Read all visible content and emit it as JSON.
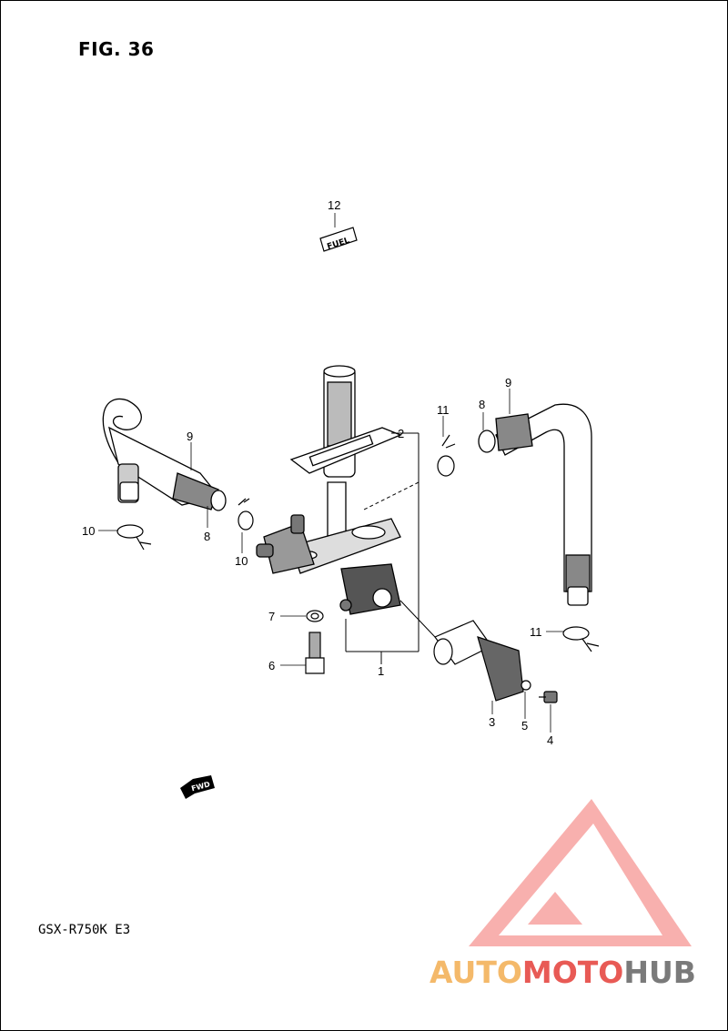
{
  "figure": {
    "title": "FIG. 36"
  },
  "model": "GSX-R750K  E3",
  "tags": {
    "fuel": "FUEL",
    "fwd": "FWD"
  },
  "callouts": [
    {
      "id": "c12",
      "label": "12"
    },
    {
      "id": "c2",
      "label": "2"
    },
    {
      "id": "c11a",
      "label": "11"
    },
    {
      "id": "c9a",
      "label": "9"
    },
    {
      "id": "c9b",
      "label": "9"
    },
    {
      "id": "c8a",
      "label": "8"
    },
    {
      "id": "c8b",
      "label": "8"
    },
    {
      "id": "c10a",
      "label": "10"
    },
    {
      "id": "c10b",
      "label": "10"
    },
    {
      "id": "c7",
      "label": "7"
    },
    {
      "id": "c6",
      "label": "6"
    },
    {
      "id": "c1",
      "label": "1"
    },
    {
      "id": "c11b",
      "label": "11"
    },
    {
      "id": "c3",
      "label": "3"
    },
    {
      "id": "c5",
      "label": "5"
    },
    {
      "id": "c4",
      "label": "4"
    }
  ],
  "watermark": {
    "part1": "AUTO",
    "part2": "MOTO",
    "part3": "HUB",
    "colors": [
      "#f4b96a",
      "#e85a55",
      "#7a7a7a"
    ]
  }
}
